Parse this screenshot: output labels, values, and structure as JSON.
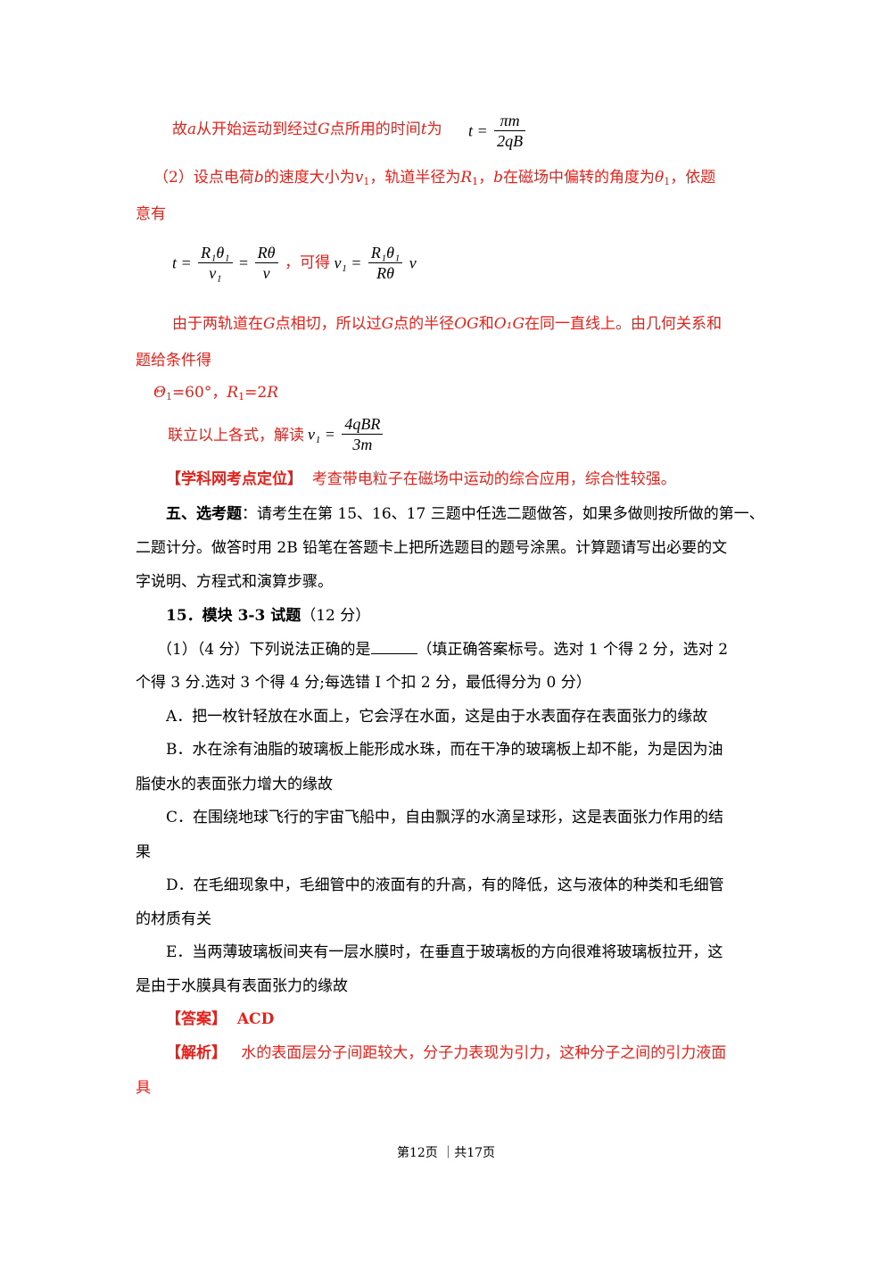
{
  "line1": {
    "pre": "故",
    "a": "a",
    "mid1": "从开始运动到经过",
    "G": "G",
    "mid2": "点所用的时间",
    "t": "t",
    "post": "为"
  },
  "eq1": {
    "lhs": "t =",
    "num": "πm",
    "den": "2qB"
  },
  "p2": {
    "l1": "（2）设点电荷",
    "b": "b",
    "l2": "的速度大小为",
    "v1": "v",
    "sub1": "1",
    "l3": "，轨道半径为",
    "R1": "R",
    "sub2": "1",
    "l4": "，",
    "b2": "b",
    "l5": "在磁场中偏转的角度为",
    "th": "θ",
    "sub3": "1",
    "l6": "，依题",
    "l7": "意有"
  },
  "eq2": {
    "t": "t =",
    "f1_num": "R₁θ₁",
    "f1_den": "v₁",
    "eq": "=",
    "f2_num": "Rθ",
    "f2_den": "v",
    "mid": "，可得",
    "lhs": "v₁ =",
    "f3_num": "R₁θ₁",
    "f3_den": "Rθ",
    "tail": "v"
  },
  "p3": {
    "l1a": "由于两轨道在",
    "G1": "G",
    "l1b": "点相切，所以过",
    "G2": "G",
    "l1c": "点的半径",
    "OG": "OG",
    "l1d": "和",
    "O1G": "O₁G",
    "l1e": "在同一直线上。由几何关系和",
    "l2": "题给条件得"
  },
  "cond": {
    "theta": "Θ",
    "s1": "1",
    "t1": "=60°，",
    "R": "R",
    "s2": "1",
    "t2": "=2",
    "R2": "R"
  },
  "eq3": {
    "pre": "联立以上各式，解读",
    "lhs": "v₁ =",
    "num": "4qBR",
    "den": "3m"
  },
  "kaodian": {
    "tag": "【学科网考点定位】",
    "text": "考查带电粒子在磁场中运动的综合应用，综合性较强。"
  },
  "sec5": {
    "head": "五、选考题",
    "l1": "：请考生在第 15、16、17 三题中任选二题做答，如果多做则按所做的第一、",
    "l2": "二题计分。做答时用 2B 铅笔在答题卡上把所选题目的题号涂黑。计算题请写出必要的文",
    "l3": "字说明、方程式和演算步骤。"
  },
  "q15": {
    "head": "15．模块 3-3 试题",
    "pts": "（12 分）"
  },
  "q15_1": {
    "l1a": "（1）（4 分）下列说法正确的是",
    "l1b": "（填正确答案标号。选对 1 个得 2 分，选对 2",
    "l2": "个得 3 分.选对 3 个得 4 分;每选错 I 个扣 2 分，最低得分为 0 分）"
  },
  "options": {
    "A": "A．把一枚针轻放在水面上，它会浮在水面，这是由于水表面存在表面张力的缘故",
    "B1": "B．水在涂有油脂的玻璃板上能形成水珠，而在干净的玻璃板上却不能，为是因为油",
    "B2": "脂使水的表面张力增大的缘故",
    "C1": "C．在围绕地球飞行的宇宙飞船中，自由飘浮的水滴呈球形，这是表面张力作用的结",
    "C2": "果",
    "D1": "D．在毛细现象中，毛细管中的液面有的升高，有的降低，这与液体的种类和毛细管",
    "D2": "的材质有关",
    "E1": "E．当两薄玻璃板间夹有一层水膜时，在垂直于玻璃板的方向很难将玻璃板拉开，这",
    "E2": "是由于水膜具有表面张力的缘故"
  },
  "answer": {
    "tag": "【答案】",
    "val": "ACD"
  },
  "analysis": {
    "tag": "【解析】",
    "l1": "水的表面层分子间距较大，分子力表现为引力，这种分子之间的引力液面",
    "l2": "具"
  },
  "footer": {
    "text": "第12页 ｜共17页"
  }
}
